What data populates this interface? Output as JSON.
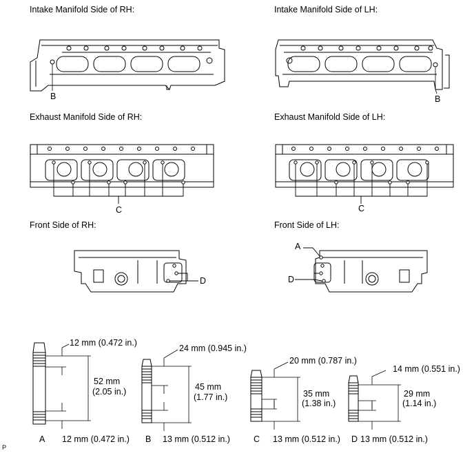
{
  "views": {
    "intake_rh": "Intake Manifold Side of RH:",
    "intake_lh": "Intake Manifold Side of LH:",
    "exhaust_rh": "Exhaust Manifold Side of RH:",
    "exhaust_lh": "Exhaust Manifold Side of LH:",
    "front_rh": "Front Side of RH:",
    "front_lh": "Front Side of LH:"
  },
  "callouts": {
    "a": "A",
    "b": "B",
    "c": "C",
    "d": "D"
  },
  "bolts": [
    {
      "id": "A",
      "top": "12 mm (0.472 in.)",
      "total_mm": "52 mm",
      "total_in": "(2.05 in.)",
      "bottom": "12 mm (0.472 in.)"
    },
    {
      "id": "B",
      "top": "24 mm (0.945 in.)",
      "total_mm": "45 mm",
      "total_in": "(1.77 in.)",
      "bottom": "13 mm (0.512 in.)"
    },
    {
      "id": "C",
      "top": "20 mm (0.787 in.)",
      "total_mm": "35 mm",
      "total_in": "(1.38 in.)",
      "bottom": "13 mm (0.512 in.)"
    },
    {
      "id": "D",
      "top": "14 mm (0.551 in.)",
      "total_mm": "29 mm",
      "total_in": "(1.14 in.)",
      "bottom": "13 mm (0.512 in.)"
    }
  ],
  "corner_mark": "P"
}
